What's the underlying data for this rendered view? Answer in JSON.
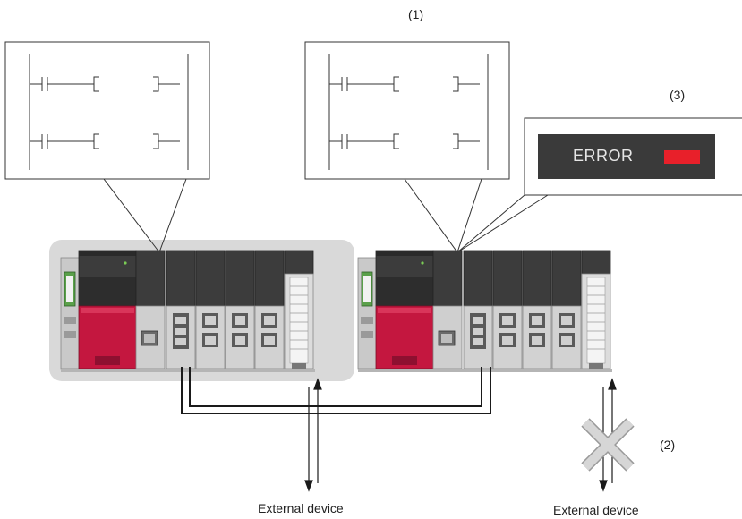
{
  "labels": {
    "callout_1": "(1)",
    "callout_2": "(2)",
    "callout_3": "(3)",
    "external_device_left": "External device",
    "external_device_right": "External device"
  },
  "error_indicator": {
    "text": "ERROR",
    "led_color": "#e8202a",
    "panel_color": "#3a3a3a"
  },
  "colors": {
    "cpu_module": "#c4173f",
    "module_dark": "#3c3c3c",
    "module_light": "#cfcfcf",
    "highlight_bg": "#d9d9d9",
    "failed_path": "#c8c8c8"
  }
}
